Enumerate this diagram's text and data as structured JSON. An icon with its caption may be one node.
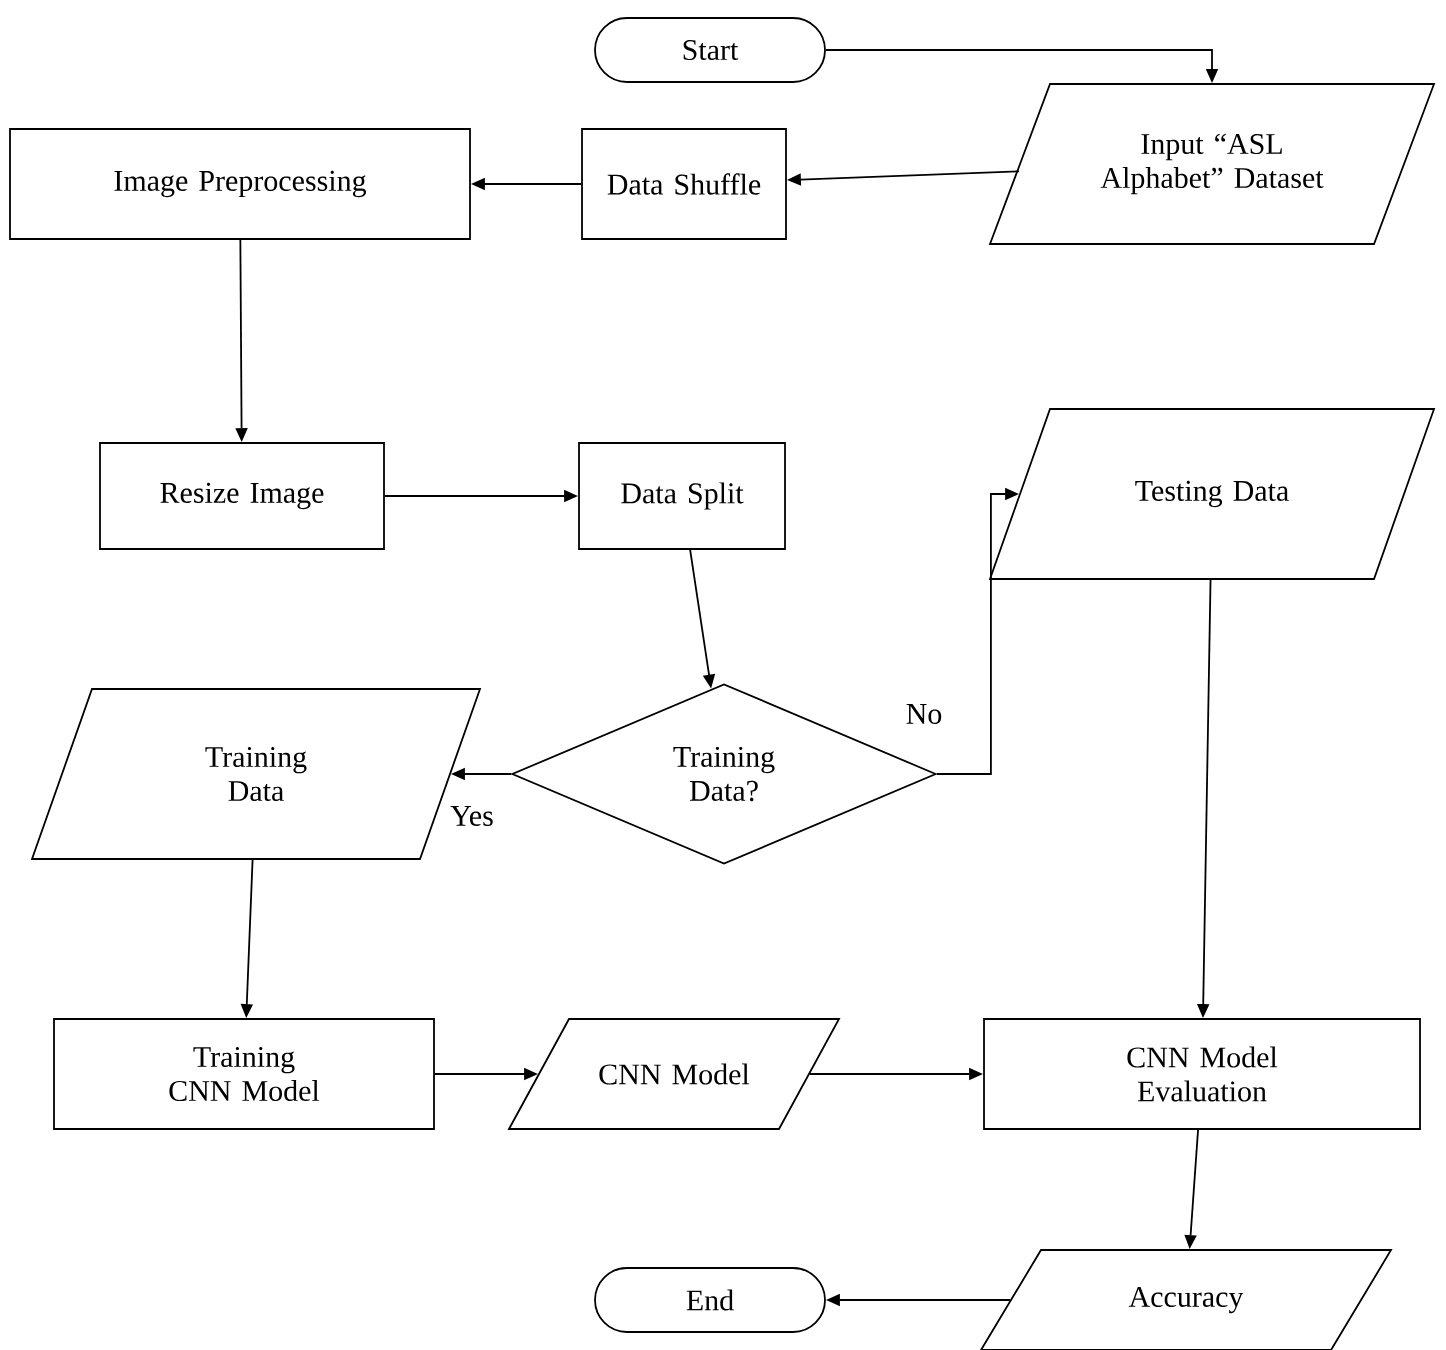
{
  "diagram": {
    "nodes": [
      {
        "text": [
          "Start"
        ]
      },
      {
        "text": [
          "Input “ASL Alphabet” Dataset"
        ]
      },
      {
        "text": [
          "Data Shuffle"
        ]
      },
      {
        "text": [
          "Image Preprocessing"
        ]
      },
      {
        "text": [
          "Resize Image"
        ]
      },
      {
        "text": [
          "Data Split"
        ]
      },
      {
        "text": [
          "Testing Data"
        ]
      },
      {
        "text": [
          "Training Data?"
        ]
      },
      {
        "text": [
          "Training Data"
        ]
      },
      {
        "text": [
          "Training CNN Model"
        ]
      },
      {
        "text": [
          "CNN Model"
        ]
      },
      {
        "text": [
          "CNN Model Evaluation"
        ]
      },
      {
        "text": [
          "Accuracy"
        ]
      },
      {
        "text": [
          "End"
        ]
      }
    ],
    "edges": [
      {
        "from": 0,
        "to": 1,
        "arrow": "to"
      },
      {
        "from": 1,
        "to": 2,
        "arrow": "to"
      },
      {
        "from": 2,
        "to": 3,
        "arrow": "to"
      },
      {
        "from": 3,
        "to": 4,
        "arrow": "to"
      },
      {
        "from": 4,
        "to": 5,
        "arrow": "to"
      },
      {
        "from": 5,
        "to": 7,
        "arrow": "to"
      },
      {
        "from": 7,
        "to": 8,
        "arrow": "to",
        "label": "Yes"
      },
      {
        "from": 7,
        "to": 6,
        "arrow": "to",
        "label": "No"
      },
      {
        "from": 8,
        "to": 9,
        "arrow": "to"
      },
      {
        "from": 9,
        "to": 10,
        "arrow": "to"
      },
      {
        "from": 10,
        "to": 11,
        "arrow": "to"
      },
      {
        "from": 6,
        "to": 11,
        "arrow": "to"
      },
      {
        "from": 11,
        "to": 12,
        "arrow": "to"
      },
      {
        "from": 12,
        "to": 13,
        "arrow": "to"
      }
    ]
  }
}
